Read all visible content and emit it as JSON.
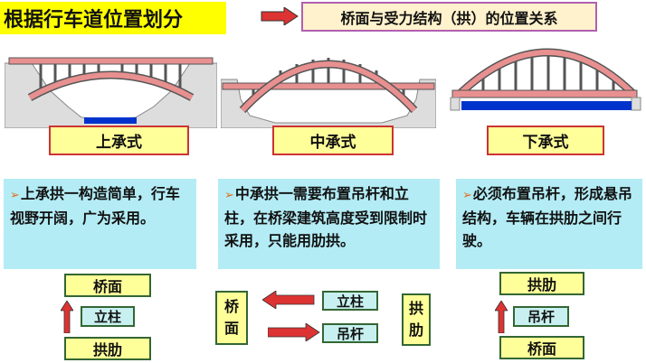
{
  "header": {
    "title": "根据行车道位置划分",
    "relation": "桥面与受力结构（拱）的位置关系"
  },
  "bridge_types": [
    {
      "label": "上承式",
      "description": "上承拱一构造简单，行车视野开阔，广为采用。"
    },
    {
      "label": "中承式",
      "description": "中承拱一需要布置吊杆和立柱，在桥梁建筑高度受到限制时采用，只能用肋拱。"
    },
    {
      "label": "下承式",
      "description": "必须布置吊杆，形成悬吊结构，车辆在拱肋之间行驶。"
    }
  ],
  "flow_left": {
    "top": "桥面",
    "middle": "立柱",
    "bottom": "拱肋"
  },
  "flow_center": {
    "deck": [
      "桥",
      "面"
    ],
    "column": "立柱",
    "hanger": "吊杆",
    "rib": [
      "拱",
      "肋"
    ]
  },
  "flow_right": {
    "top": "拱肋",
    "middle": "吊杆",
    "bottom": "桥面"
  },
  "colors": {
    "title_bg": "#ffff00",
    "arrow_red": "#dd3333",
    "arch_pink": "#e89090",
    "water_blue": "#0033cc",
    "desc_bg": "#b3ecf5",
    "label_bg": "#ffff99"
  }
}
